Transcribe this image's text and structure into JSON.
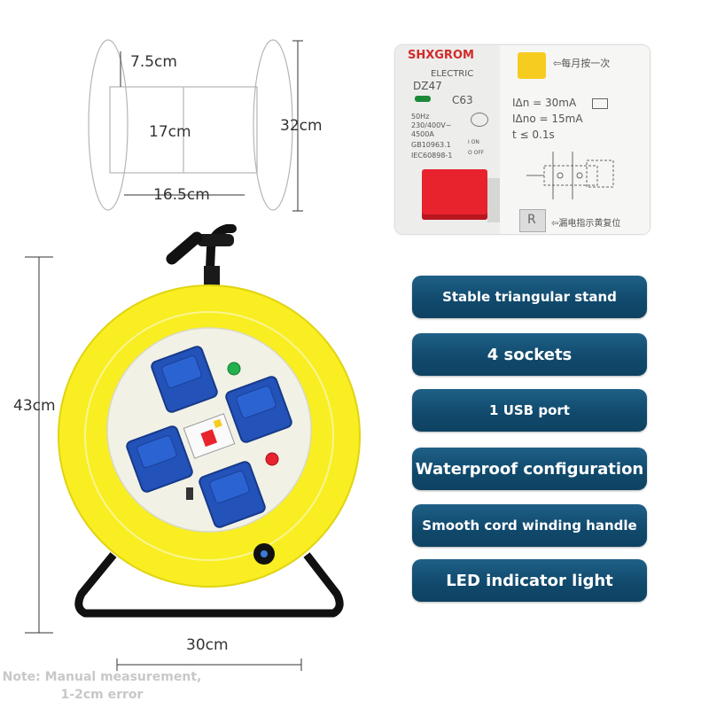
{
  "spool": {
    "flange_width": "7.5cm",
    "drum_width": "17cm",
    "diameter": "32cm",
    "axle_length": "16.5cm"
  },
  "breaker": {
    "brand": "SHXGROM",
    "brand_sub": "ELECTRIC",
    "model": "DZ47",
    "rating": "C63",
    "spec_lines": [
      "50Hz",
      "230/400V~",
      "4500A",
      "GB10963.1",
      "IEC60898-1"
    ],
    "switch_labels": [
      "I ON",
      "O OFF"
    ],
    "test_note": "每月按一次",
    "residual_current": "IΔn = 30mA",
    "no_trip_current": "IΔno = 15mA",
    "trip_time": "t   ≤ 0.1s",
    "reset_button": "R",
    "reset_note": "漏电指示黄复位"
  },
  "features": [
    "Stable triangular stand",
    "4 sockets",
    "1 USB port",
    "Waterproof configuration",
    "Smooth cord winding handle",
    "LED indicator light"
  ],
  "reel": {
    "height": "43cm",
    "width": "30cm"
  },
  "note": "Note: Manual measurement, 1-2cm error",
  "colors": {
    "reel_yellow": "#f8ee21",
    "socket_blue": "#2352b8",
    "pill_blue": "#114a6d",
    "breaker_red": "#e8232e",
    "test_button_yellow": "#f7cc21"
  }
}
